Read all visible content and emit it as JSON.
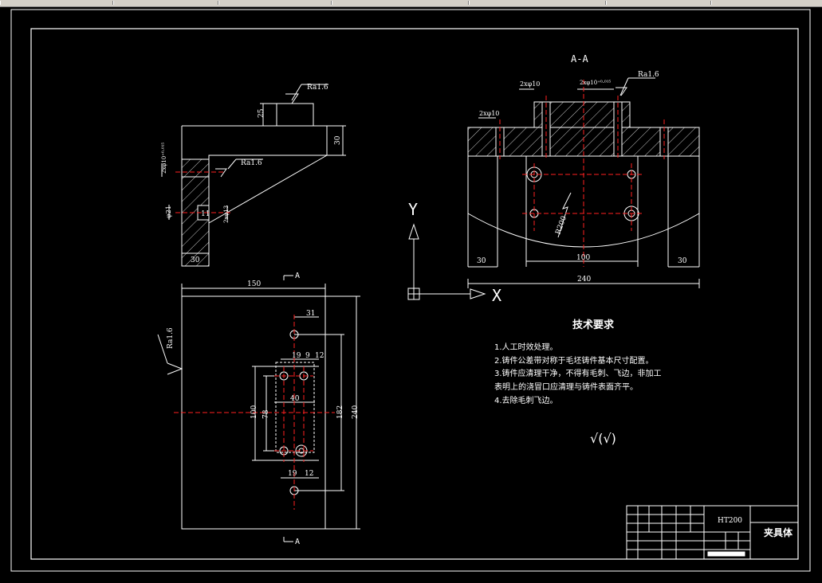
{
  "section_title": "A-A",
  "section_marker": "A",
  "roughness": {
    "top_left": "Ra1.6",
    "mid_left": "Ra1.6",
    "plan_left": "Ra1.6",
    "section_right": "Ra1.6"
  },
  "side_view": {
    "dim_top_height": "25",
    "dim_right_height": "30",
    "dim_bottom_width": "30",
    "dim_hole_small": "11",
    "dim_phi": "φ21",
    "dim_hole_tol": "2xφ10⁺⁰·⁰¹⁵",
    "dim_bore": "2xφ13"
  },
  "section_view": {
    "label_hole_left": "2xφ10",
    "label_hole_right": "2xφ10⁺⁰·⁰¹⁵",
    "label_hole_side": "2xφ10",
    "label_radius": "R200",
    "dim_left": "30",
    "dim_mid": "100",
    "dim_right": "30",
    "dim_total": "240"
  },
  "plan_view": {
    "dim_width": "150",
    "dim_31": "31",
    "dim_19_top": "19",
    "dim_9": "9",
    "dim_12_top": "12",
    "dim_40": "40",
    "dim_78": "78",
    "dim_100": "100",
    "dim_182": "182",
    "dim_240": "240",
    "dim_19_bottom": "19",
    "dim_12_bottom": "12"
  },
  "axes": {
    "y_label": "Y",
    "x_label": "X"
  },
  "tech_requirements": {
    "title": "技术要求",
    "items": [
      "1.人工时效处理。",
      "2.铸件公差带对称于毛坯铸件基本尺寸配置。",
      "3.铸件应清理干净，不得有毛刺、飞边，非加工",
      "表明上的浇冒口应清理与铸件表面齐平。",
      "4.去除毛刺飞边。"
    ],
    "roughness_note": "√(√)"
  },
  "title_block": {
    "material": "HT200",
    "part_name": "夹具体"
  }
}
